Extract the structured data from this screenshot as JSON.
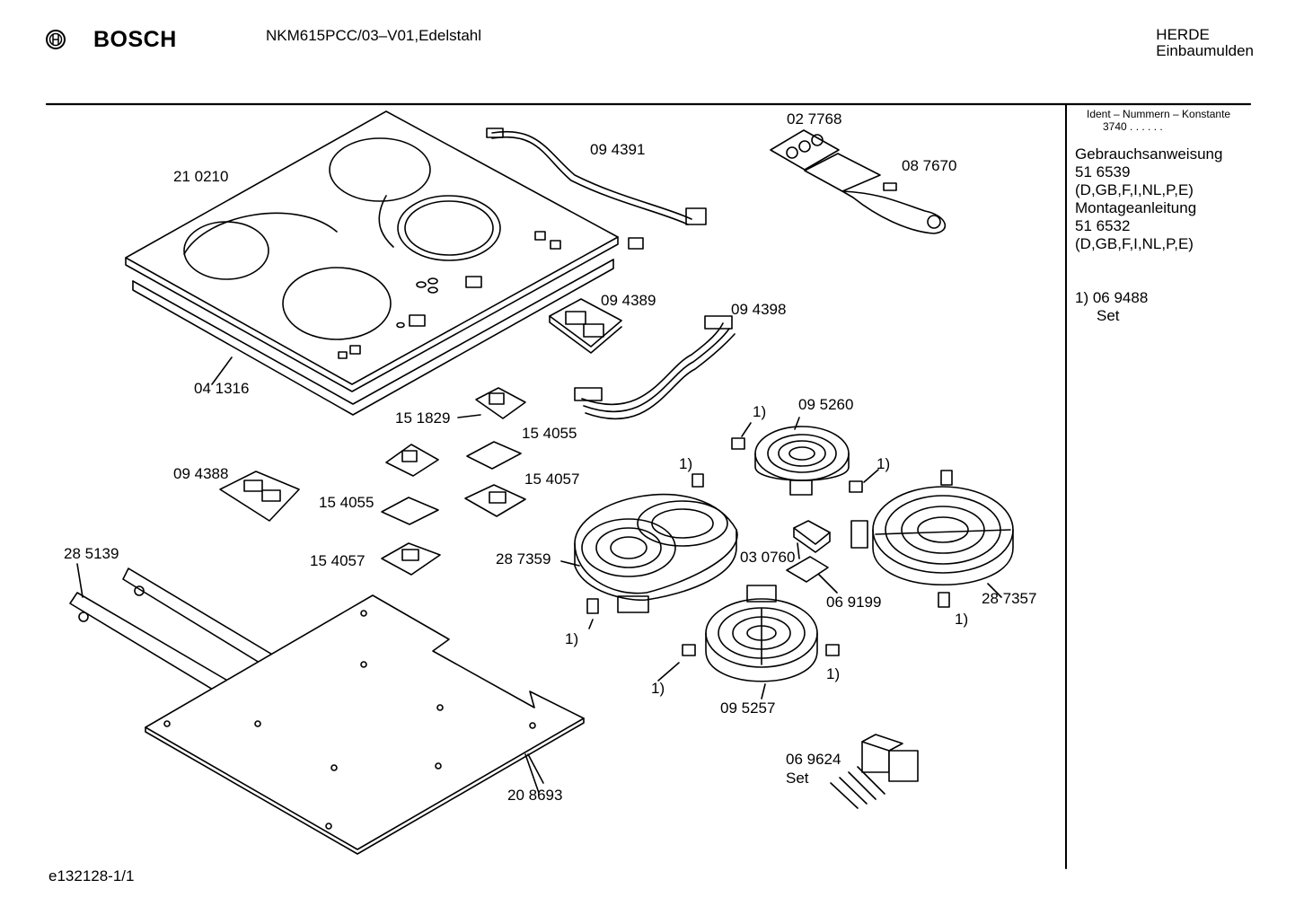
{
  "header": {
    "brand": "BOSCH",
    "model": "NKM615PCC/03–V01,Edelstahl",
    "category_line1": "HERDE",
    "category_line2": "Einbaumulden"
  },
  "sidebar": {
    "ident_title": "Ident – Nummern – Konstante",
    "ident_value": "3740  .  .  .  .  .  .",
    "docs": [
      "Gebrauchsanweisung",
      "51 6539",
      "(D,GB,F,I,NL,P,E)",
      "Montageanleitung",
      "51 6532",
      "(D,GB,F,I,NL,P,E)"
    ],
    "note_line1": "1)  06 9488",
    "note_line2": "Set"
  },
  "parts": [
    "21 0210",
    "04 1316",
    "09 4391",
    "02 7768",
    "08 7670",
    "09 4389",
    "09 4398",
    "15 1829",
    "15 4055",
    "09 4388",
    "15 4057",
    "15 4055",
    "15 4057",
    "28 5139",
    "28 7359",
    "09 5260",
    "03 0760",
    "06 9199",
    "28 7357",
    "09 5257",
    "20 8693",
    "06 9624",
    "Set"
  ],
  "footnote_marks": [
    "1)",
    "1)",
    "1)",
    "1)",
    "1)",
    "1)",
    "1)"
  ],
  "footer": {
    "code": "e132128-1/1"
  }
}
